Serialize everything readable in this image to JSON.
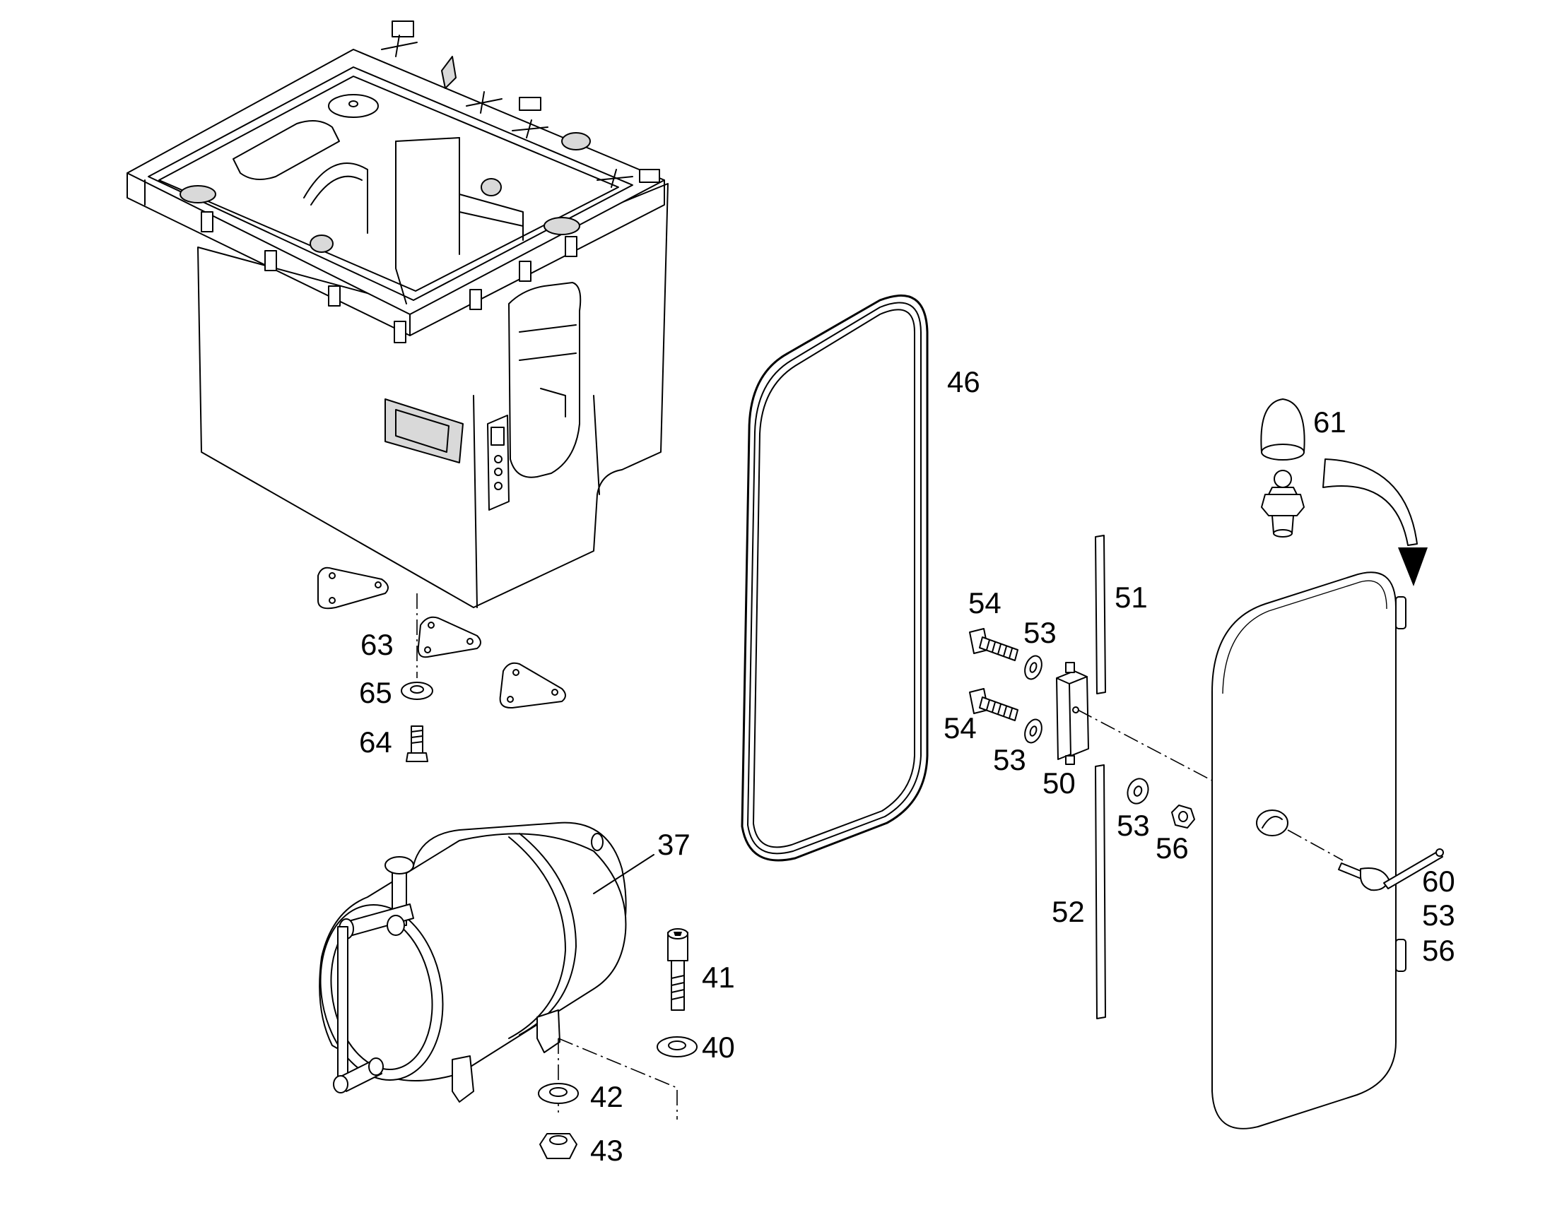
{
  "callouts": {
    "c37": "37",
    "c40": "40",
    "c41": "41",
    "c42": "42",
    "c43": "43",
    "c46": "46",
    "c50": "50",
    "c51": "51",
    "c52": "52",
    "c53a": "53",
    "c53b": "53",
    "c53c": "53",
    "c53d": "53",
    "c54a": "54",
    "c54b": "54",
    "c56a": "56",
    "c56b": "56",
    "c60": "60",
    "c61": "61",
    "c63": "63",
    "c64": "64",
    "c65": "65"
  }
}
